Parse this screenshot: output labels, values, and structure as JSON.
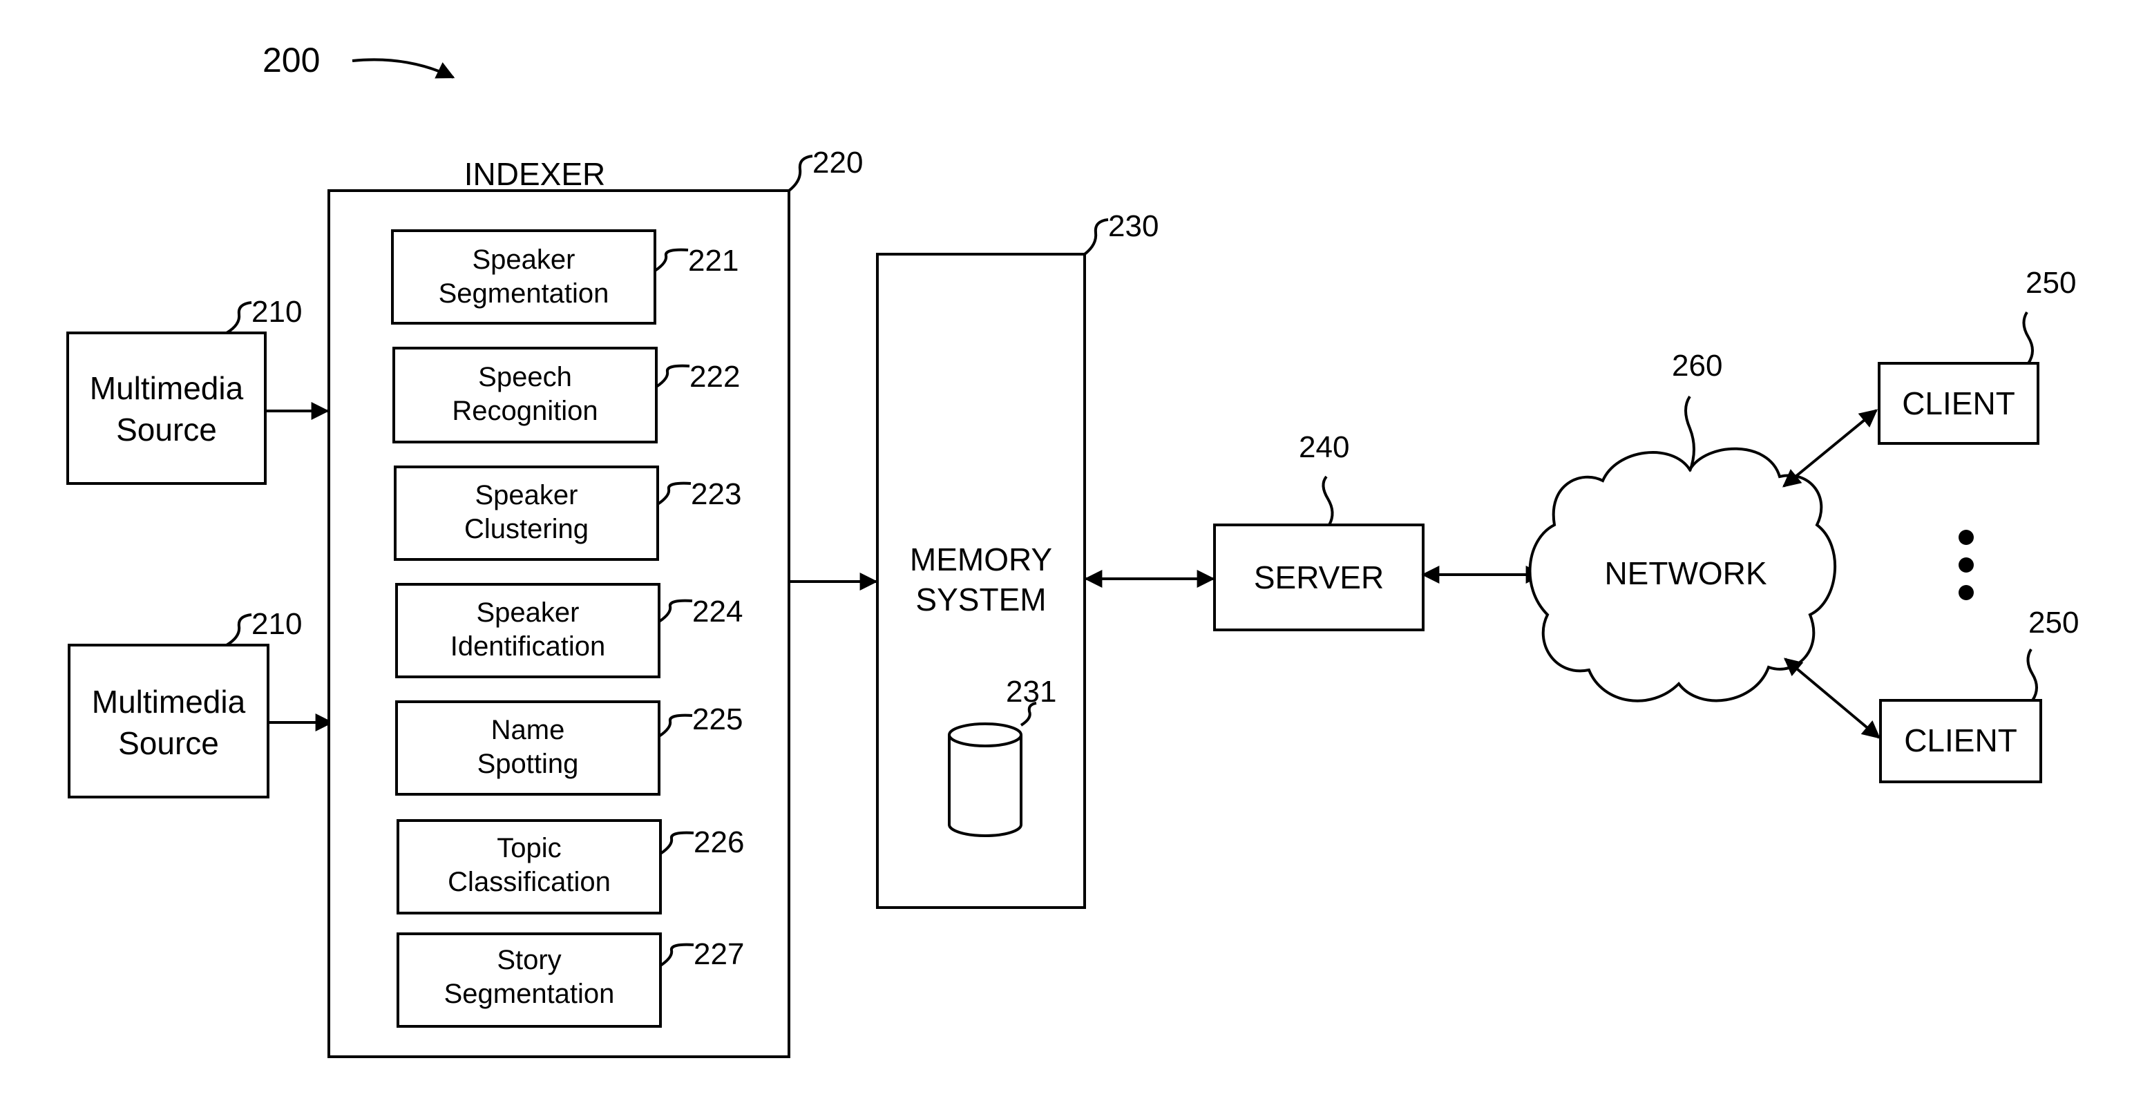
{
  "figure_ref": "200",
  "sources": [
    {
      "label_line1": "Multimedia",
      "label_line2": "Source",
      "ref": "210"
    },
    {
      "label_line1": "Multimedia",
      "label_line2": "Source",
      "ref": "210"
    }
  ],
  "indexer": {
    "title": "INDEXER",
    "ref": "220",
    "modules": [
      {
        "line1": "Speaker",
        "line2": "Segmentation",
        "ref": "221"
      },
      {
        "line1": "Speech",
        "line2": "Recognition",
        "ref": "222"
      },
      {
        "line1": "Speaker",
        "line2": "Clustering",
        "ref": "223"
      },
      {
        "line1": "Speaker",
        "line2": "Identification",
        "ref": "224"
      },
      {
        "line1": "Name",
        "line2": "Spotting",
        "ref": "225"
      },
      {
        "line1": "Topic",
        "line2": "Classification",
        "ref": "226"
      },
      {
        "line1": "Story",
        "line2": "Segmentation",
        "ref": "227"
      }
    ]
  },
  "memory": {
    "line1": "MEMORY",
    "line2": "SYSTEM",
    "ref": "230",
    "db_ref": "231"
  },
  "server": {
    "label": "SERVER",
    "ref": "240"
  },
  "network": {
    "label": "NETWORK",
    "ref": "260"
  },
  "clients": [
    {
      "label": "CLIENT",
      "ref": "250"
    },
    {
      "label": "CLIENT",
      "ref": "250"
    }
  ]
}
